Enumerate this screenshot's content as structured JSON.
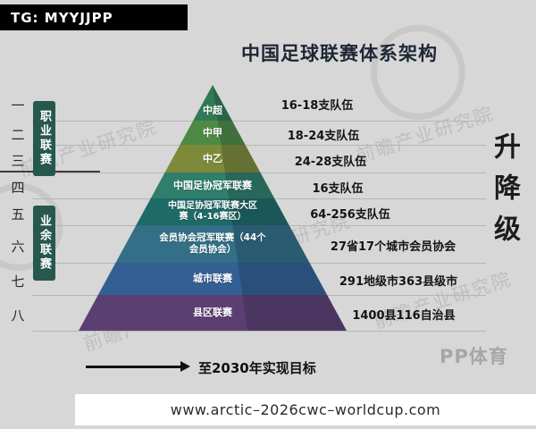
{
  "badge": {
    "text": "TG: MYYJJPP"
  },
  "title": "中国足球联赛体系架构",
  "chart_data": {
    "type": "pyramid",
    "title": "中国足球联赛体系架构",
    "right_axis_label": "升降级",
    "levels": [
      {
        "rank": "一",
        "name": "中超",
        "detail": "16-18支队伍",
        "color": "#2f7a55"
      },
      {
        "rank": "二",
        "name": "中甲",
        "detail": "18-24支队伍",
        "color": "#4e8a44"
      },
      {
        "rank": "三",
        "name": "中乙",
        "detail": "24-28支队伍",
        "color": "#7c8a39"
      },
      {
        "rank": "四",
        "name": "中国足协冠军联赛",
        "detail": "16支队伍",
        "color": "#2f7f6b"
      },
      {
        "rank": "五",
        "name": "中国足协冠军联赛大区赛（4-16赛区）",
        "detail": "64-256支队伍",
        "color": "#1e6a67"
      },
      {
        "rank": "六",
        "name": "会员协会冠军联赛（44个会员协会）",
        "detail": "27省17个城市会员协会",
        "color": "#336f86"
      },
      {
        "rank": "七",
        "name": "城市联赛",
        "detail": "291地级市363县级市",
        "color": "#345f93"
      },
      {
        "rank": "八",
        "name": "县区联赛",
        "detail": "1400县116自治县",
        "color": "#5c3f72"
      }
    ],
    "groups": [
      {
        "label": "职业联赛"
      },
      {
        "label": "业余联赛"
      }
    ]
  },
  "footer": {
    "goal_text": "至2030年实现目标",
    "brand": "PP体育",
    "url": "www.arctic–2026cwc–worldcup.com"
  },
  "watermark": {
    "text": "前瞻产业研究院"
  }
}
